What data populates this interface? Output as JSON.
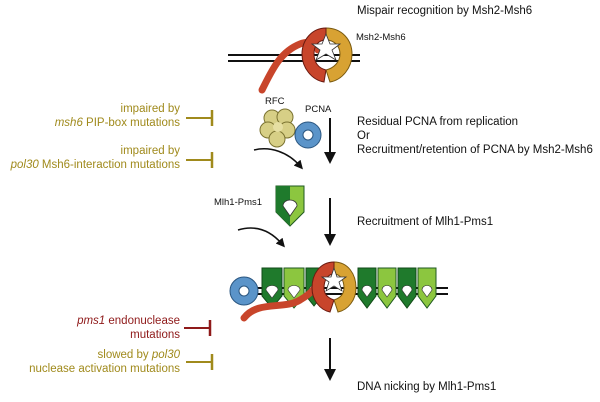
{
  "steps": {
    "mispair": "Mispair recognition by Msh2-Msh6",
    "pcna_line1": "Residual PCNA from replication",
    "pcna_line2": "Or",
    "pcna_line3": "Recruitment/retention of PCNA by Msh2-Msh6",
    "mlh1_recruit": "Recruitment of Mlh1-Pms1",
    "nicking": "DNA nicking by Mlh1-Pms1"
  },
  "labels": {
    "msh2_msh6": "Msh2-Msh6",
    "rfc": "RFC",
    "pcna": "PCNA",
    "mlh1_pms1": "Mlh1-Pms1"
  },
  "side_notes": {
    "pip_line1": "impaired by",
    "pip_line2_italic": "msh6",
    "pip_line2_rest": " PIP-box mutations",
    "int_line1": "impaired by",
    "int_line2_italic": "pol30",
    "int_line2_rest": " Msh6-interaction mutations",
    "endo_line1_italic": "pms1",
    "endo_line1_rest": " endonuclease",
    "endo_line2": "mutations",
    "slow_line1_pre": "slowed by ",
    "slow_line1_italic": "pol30",
    "slow_line2": "nuclease activation mutations"
  },
  "colors": {
    "olive": "#a08a1c",
    "maroon": "#8f1a1a",
    "msh_red": "#c8452b",
    "msh_gold": "#d8a233",
    "pcna_blue": "#5b94c9",
    "rfc_khaki": "#d7cf86",
    "mlh_dark": "#1f7a2c",
    "mlh_light": "#8cc63f"
  }
}
